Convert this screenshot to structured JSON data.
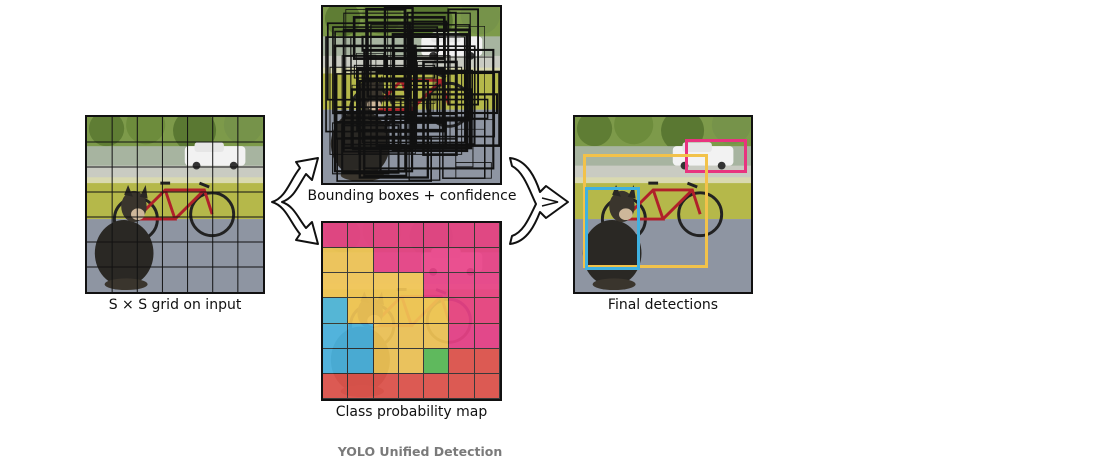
{
  "panels": {
    "input": {
      "label": "S × S grid on input"
    },
    "bboxes": {
      "label": "Bounding boxes + confidence"
    },
    "classmap": {
      "label": "Class probability map"
    },
    "final": {
      "label": "Final detections"
    }
  },
  "caption": "YOLO Unified Detection",
  "grid_size": 7,
  "class_colors": {
    "dog": "#3fb1e0",
    "bicycle": "#f2c24a",
    "car": "#e8337f",
    "dining_table": "#e2483f",
    "green": "#4fb84a"
  },
  "class_map": [
    [
      "car",
      "car",
      "car",
      "car",
      "car",
      "car",
      "car"
    ],
    [
      "bicycle",
      "bicycle",
      "car",
      "car",
      "car",
      "car",
      "car"
    ],
    [
      "bicycle",
      "bicycle",
      "bicycle",
      "bicycle",
      "car",
      "car",
      "car"
    ],
    [
      "dog",
      "bicycle",
      "bicycle",
      "bicycle",
      "bicycle",
      "car",
      "car"
    ],
    [
      "dog",
      "dog",
      "bicycle",
      "bicycle",
      "bicycle",
      "car",
      "car"
    ],
    [
      "dog",
      "dog",
      "bicycle",
      "bicycle",
      "green",
      "dining_table",
      "dining_table"
    ],
    [
      "dining_table",
      "dining_table",
      "dining_table",
      "dining_table",
      "dining_table",
      "dining_table",
      "dining_table"
    ]
  ],
  "detections": [
    {
      "class": "car",
      "color": "#e8337f"
    },
    {
      "class": "bicycle",
      "color": "#f2c24a"
    },
    {
      "class": "dog",
      "color": "#3fb1e0"
    }
  ]
}
